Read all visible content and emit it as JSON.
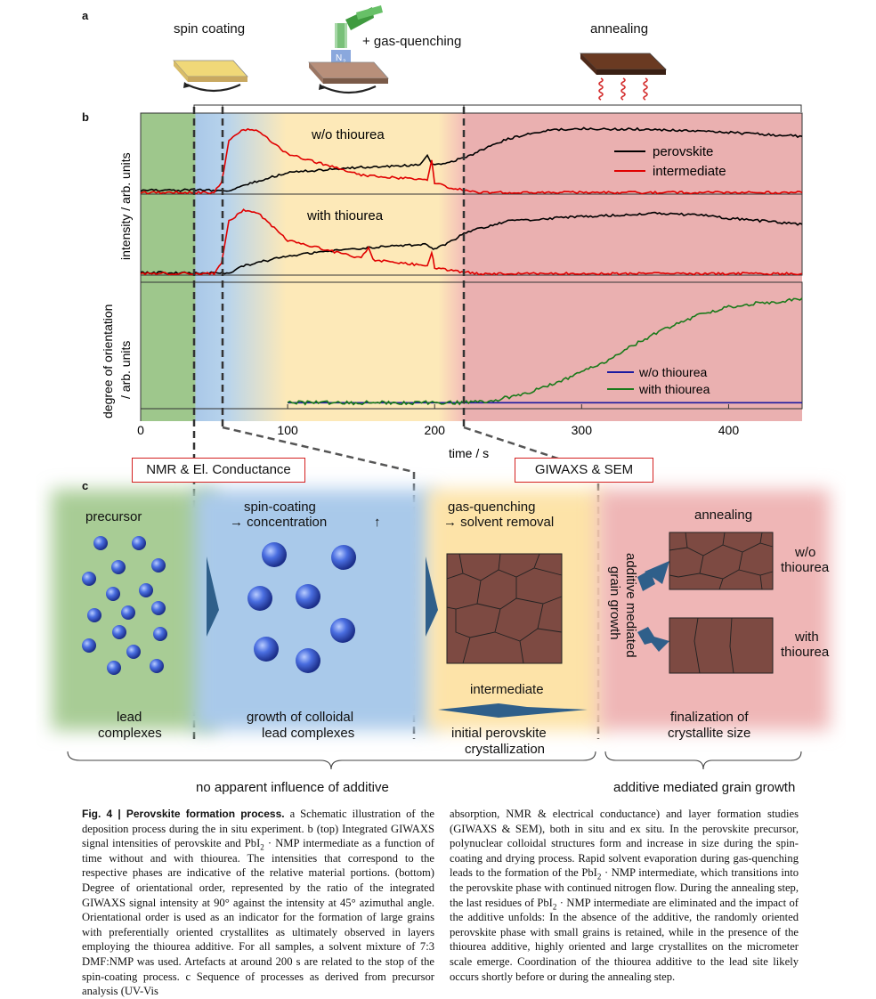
{
  "panel_labels": {
    "a": "a",
    "b": "b",
    "c": "c"
  },
  "steps": {
    "spin_coating": "spin coating",
    "gas_quenching": "+ gas-quenching",
    "n2": "N",
    "n2_sub": "2",
    "annealing": "annealing"
  },
  "chart_data": [
    {
      "type": "line",
      "title": "w/o thiourea",
      "ylabel": "intensity / arb. units",
      "xlim": [
        0,
        450
      ],
      "series": [
        {
          "name": "perovskite",
          "color": "#000000",
          "x": [
            0,
            60,
            70,
            100,
            150,
            190,
            195,
            198,
            200,
            210,
            220,
            250,
            280,
            300,
            350,
            400,
            450
          ],
          "y": [
            0.05,
            0.05,
            0.12,
            0.28,
            0.35,
            0.38,
            0.5,
            0.4,
            0.38,
            0.42,
            0.47,
            0.72,
            0.84,
            0.85,
            0.84,
            0.8,
            0.75
          ]
        },
        {
          "name": "intermediate",
          "color": "#e00000",
          "x": [
            0,
            50,
            55,
            60,
            70,
            80,
            100,
            150,
            195,
            198,
            200,
            210,
            220,
            230,
            260,
            300,
            350,
            400,
            450
          ],
          "y": [
            0.02,
            0.02,
            0.15,
            0.7,
            0.84,
            0.82,
            0.52,
            0.25,
            0.18,
            0.45,
            0.15,
            0.08,
            0.05,
            0.02,
            0.02,
            0.02,
            0.02,
            0.02,
            0.02
          ]
        }
      ]
    },
    {
      "type": "line",
      "title": "with thiourea",
      "xlim": [
        0,
        450
      ],
      "series": [
        {
          "name": "perovskite",
          "color": "#000000",
          "x": [
            0,
            60,
            70,
            100,
            150,
            195,
            198,
            200,
            210,
            220,
            250,
            280,
            300,
            350,
            380,
            400,
            450
          ],
          "y": [
            0.03,
            0.03,
            0.12,
            0.25,
            0.35,
            0.4,
            0.36,
            0.34,
            0.42,
            0.55,
            0.7,
            0.74,
            0.76,
            0.8,
            0.78,
            0.74,
            0.66
          ]
        },
        {
          "name": "intermediate",
          "color": "#e00000",
          "x": [
            0,
            50,
            55,
            60,
            70,
            80,
            100,
            150,
            155,
            158,
            195,
            198,
            200,
            210,
            220,
            230,
            260,
            300,
            450
          ],
          "y": [
            0.02,
            0.02,
            0.15,
            0.7,
            0.84,
            0.8,
            0.45,
            0.22,
            0.35,
            0.2,
            0.12,
            0.3,
            0.1,
            0.06,
            0.04,
            0.02,
            0.02,
            0.02,
            0.02
          ]
        }
      ]
    },
    {
      "type": "line",
      "ylabel": "degree of orientation / arb. units",
      "xlabel": "time / s",
      "xlim": [
        0,
        450
      ],
      "xticks": [
        0,
        100,
        200,
        300,
        400
      ],
      "legend": "bottom-right",
      "series": [
        {
          "name": "w/o thiourea",
          "color": "#1a1aa0",
          "x": [
            100,
            200,
            250,
            300,
            350,
            400,
            450
          ],
          "y": [
            0.05,
            0.05,
            0.05,
            0.05,
            0.05,
            0.05,
            0.05
          ]
        },
        {
          "name": "with thiourea",
          "color": "#1a7a1a",
          "x": [
            100,
            200,
            220,
            240,
            260,
            280,
            300,
            320,
            340,
            360,
            380,
            400,
            420,
            440,
            450
          ],
          "y": [
            0.05,
            0.05,
            0.05,
            0.07,
            0.12,
            0.2,
            0.3,
            0.42,
            0.56,
            0.68,
            0.78,
            0.85,
            0.88,
            0.9,
            0.92
          ]
        }
      ]
    }
  ],
  "boxes": {
    "nmr": "NMR & El. Conductance",
    "giwaxs": "GIWAXS & SEM"
  },
  "stages": {
    "precursor": "precursor",
    "spin_coating_conc_1": "spin-coating",
    "spin_coating_conc_2": "→ concentration",
    "arrow_up": "↑",
    "gas_quenching_1": "gas-quenching",
    "gas_quenching_2": "→ solvent removal",
    "annealing": "annealing",
    "additive_mediated_1": "additive mediated",
    "additive_mediated_2": "grain growth",
    "wo_1": "w/o",
    "wo_2": "thiourea",
    "with_1": "with",
    "with_2": "thiourea",
    "intermediate": "intermediate"
  },
  "bottom": {
    "lead_1": "lead",
    "lead_2": "complexes",
    "growth_1": "growth of colloidal",
    "growth_2": "lead complexes",
    "initial_1": "initial perovskite",
    "initial_2": "crystallization",
    "final_1": "finalization of",
    "final_2": "crystallite size",
    "no_influence": "no apparent influence of additive",
    "additive_growth": "additive mediated grain growth"
  },
  "caption": {
    "fig": "Fig. 4 | Perovskite formation process.",
    "left_1": "a Schematic illustration of the deposition process during the in situ experiment. b (top) Integrated GIWAXS signal intensities of perovskite and PbI",
    "left_2": " · NMP intermediate as a function of time without and with thiourea. The intensities that correspond to the respective phases are indicative of the relative material portions. (bottom) Degree of orientational order, represented by the ratio of the integrated GIWAXS signal intensity at 90° against the intensity at 45° azimuthal angle. Orientational order is used as an indicator for the formation of large grains with preferentially oriented crystallites as ultimately observed in layers employing the thiourea additive. For all samples, a solvent mixture of 7:3 DMF:NMP was used. Artefacts at around 200 s are related to the stop of the spin-coating process. c Sequence of processes as derived from precursor analysis (UV-Vis",
    "right_1": "absorption, NMR & electrical conductance) and layer formation studies (GIWAXS & SEM), both in situ and ex situ. In the perovskite precursor, polynuclear colloidal structures form and increase in size during the spin-coating and drying process. Rapid solvent evaporation during gas-quenching leads to the formation of the PbI",
    "right_2": " · NMP intermediate, which transitions into the perovskite phase with continued nitrogen flow. During the annealing step, the last residues of PbI",
    "right_3": " · NMP intermediate are eliminated and the impact of the additive unfolds: In the absence of the additive, the randomly oriented perovskite phase with small grains is retained, while in the presence of the thiourea additive, highly oriented and large crystallites on the micrometer scale emerge. Coordination of the thiourea additive to the lead site likely occurs shortly before or during the annealing step.",
    "sub2": "2"
  }
}
